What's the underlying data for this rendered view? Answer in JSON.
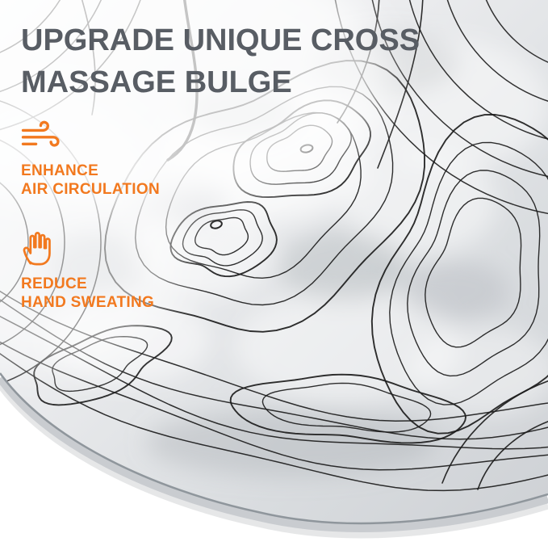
{
  "heading": {
    "line1": "UPGRADE UNIQUE CROSS",
    "line2": "MASSAGE BULGE"
  },
  "features": [
    {
      "icon": "wind-icon",
      "line1": "ENHANCE",
      "line2": "AIR CIRCULATION"
    },
    {
      "icon": "hand-icon",
      "line1": "REDUCE",
      "line2": "HAND SWEATING"
    }
  ],
  "colors": {
    "accent_orange": "#F2791F",
    "heading_gray": "#585D64",
    "line_black": "#1C1C1C",
    "pad_light": "#F4F5F6",
    "pad_dark": "#CDD0D4"
  }
}
